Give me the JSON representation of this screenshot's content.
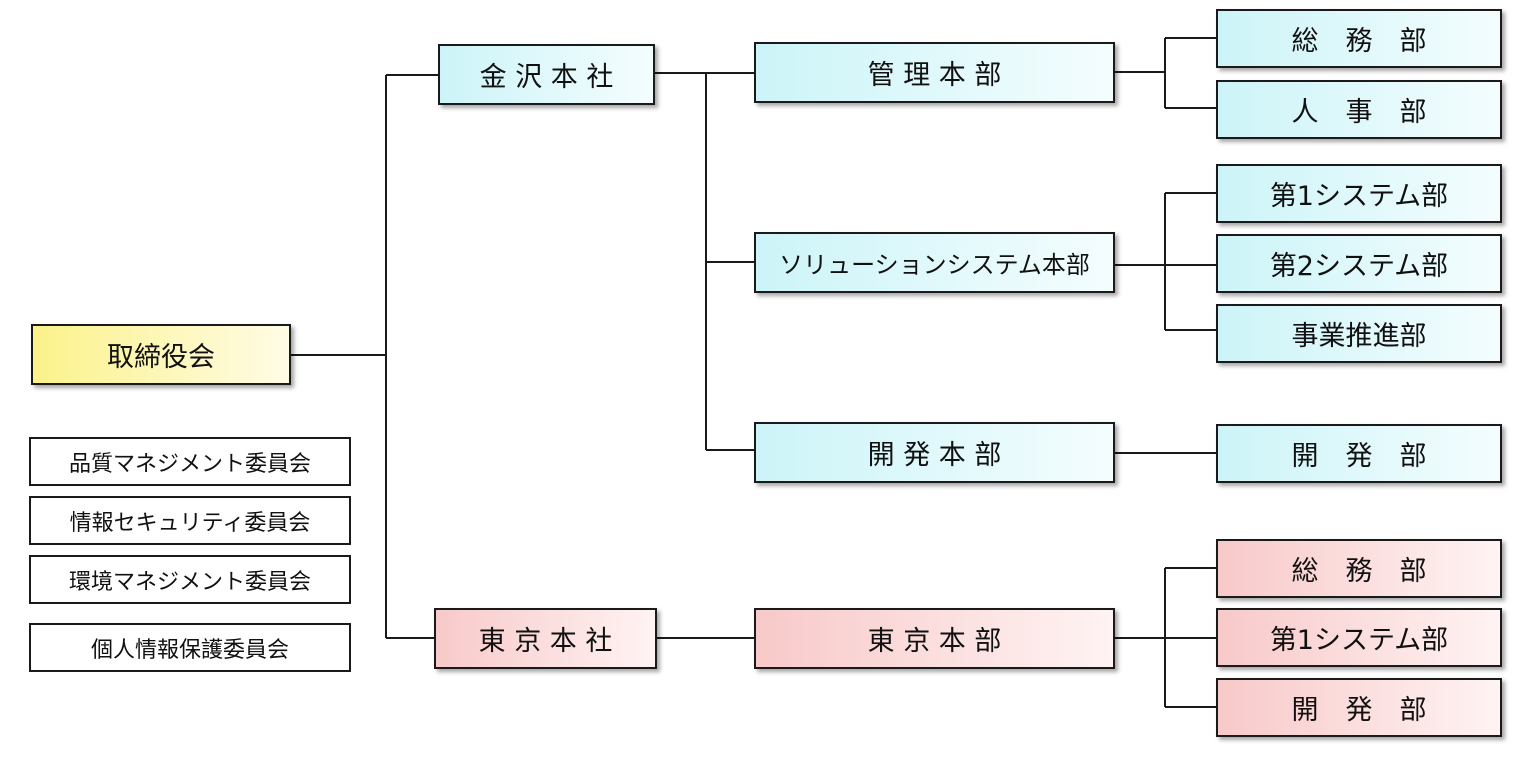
{
  "board": {
    "label": "取締役会"
  },
  "committees": [
    "品質マネジメント委員会",
    "情報セキュリティ委員会",
    "環境マネジメント委員会",
    "個人情報保護委員会"
  ],
  "kanazawa": {
    "label": "金 沢 本 社",
    "divisions": {
      "kanri": {
        "label": "管 理 本 部",
        "depts": [
          "総　務　部",
          "人　事　部"
        ]
      },
      "solution": {
        "label": "ソリューションシステム本部",
        "depts": [
          "第1システム部",
          "第2システム部",
          "事業推進部"
        ]
      },
      "kaihatsu": {
        "label": "開 発 本 部",
        "depts": [
          "開　発　部"
        ]
      }
    }
  },
  "tokyo": {
    "label": "東 京 本 社",
    "divisions": {
      "tokyo_hq": {
        "label": "東 京 本 部",
        "depts": [
          "総　務　部",
          "第1システム部",
          "開　発　部"
        ]
      }
    }
  },
  "colors": {
    "kanazawa_fill": "#ccf4f8",
    "tokyo_fill": "#f8c9c9",
    "board_fill": "#fbf28a",
    "line": "#1a1a1a"
  }
}
